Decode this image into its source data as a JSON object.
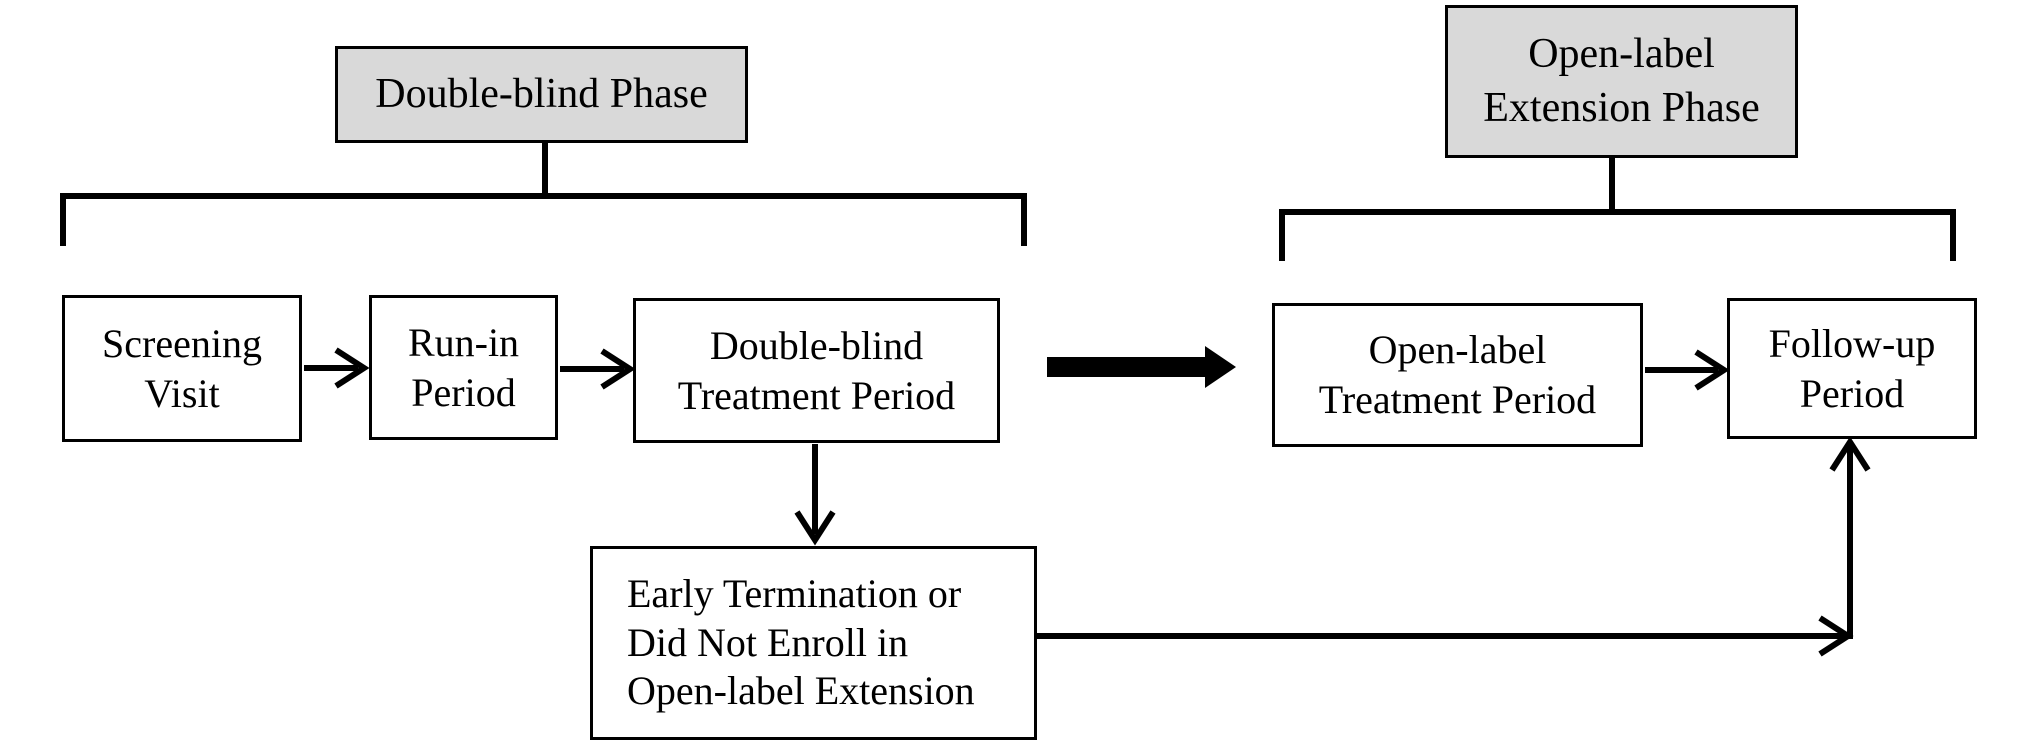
{
  "colors": {
    "phase_fill": "#d9d9d9",
    "box_fill": "#ffffff",
    "line": "#000000",
    "background": "#ffffff"
  },
  "phases": {
    "double_blind": {
      "label": "Double-blind Phase"
    },
    "open_label_extension": {
      "label": "Open-label\nExtension Phase"
    }
  },
  "steps": {
    "screening_visit": {
      "label": "Screening\nVisit"
    },
    "run_in": {
      "label": "Run-in\nPeriod"
    },
    "double_blind_treatment": {
      "label": "Double-blind\nTreatment Period"
    },
    "open_label_treatment": {
      "label": "Open-label\nTreatment Period"
    },
    "follow_up": {
      "label": "Follow-up\nPeriod"
    },
    "early_termination": {
      "label": "Early Termination or\nDid Not Enroll in\nOpen-label Extension"
    }
  }
}
